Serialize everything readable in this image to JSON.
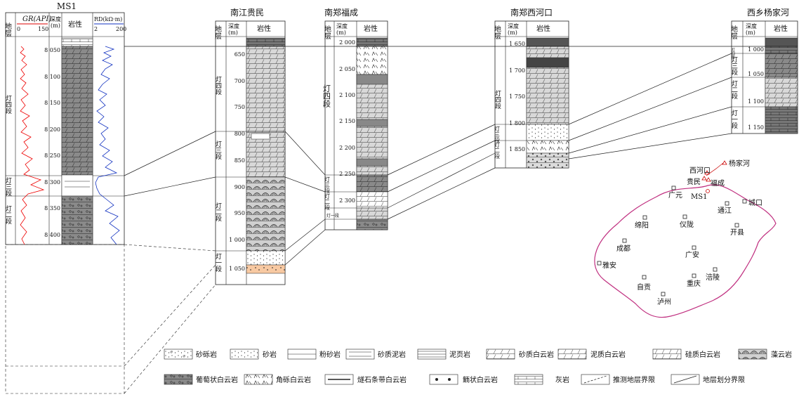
{
  "wells": {
    "ms1": {
      "title": "MS1",
      "hdr": {
        "strata": "地层",
        "gr": "GR(API)",
        "gr_min": "0",
        "gr_max": "150",
        "depth": "深度",
        "depth_unit": "(m)",
        "lith": "岩性",
        "rd": "RD(kΩ·m)",
        "rd_min": "2",
        "rd_max": "200"
      },
      "depths": [
        "8 050",
        "8 100",
        "8 150",
        "8 200",
        "8 250",
        "8 300",
        "8 350",
        "8 400"
      ],
      "strata": [
        "灯四段",
        "灯三段",
        "灯二段"
      ]
    },
    "nanjiang": {
      "title": "南江贵民",
      "hdr": {
        "strata": "地层",
        "depth": "深度",
        "depth_unit": "(m)",
        "lith": "岩性"
      },
      "depths": [
        "650",
        "700",
        "750",
        "800",
        "850",
        "900",
        "950",
        "1 000",
        "1 050"
      ],
      "strata": [
        "灯四段",
        "灯三段",
        "灯二段",
        "灯一段"
      ]
    },
    "fucheng": {
      "title": "南郑福成",
      "hdr": {
        "strata": "地层",
        "depth": "深度",
        "depth_unit": "(m)",
        "lith": "岩性"
      },
      "depths": [
        "2 000",
        "2 050",
        "2 100",
        "2 150",
        "2 200",
        "2 250",
        "2 300"
      ],
      "strata": [
        "灯四段",
        "灯三段",
        "灯二段",
        "灯一段"
      ]
    },
    "xihekou": {
      "title": "南郑西河口",
      "hdr": {
        "strata": "地层",
        "depth": "深度",
        "depth_unit": "(m)",
        "lith": "岩性"
      },
      "depths": [
        "1 650",
        "1 700",
        "1 750",
        "1 800",
        "1 850"
      ],
      "strata": [
        "灯四段",
        "灯三段",
        "灯二段"
      ]
    },
    "yangjiahe": {
      "title": "西乡杨家河",
      "hdr": {
        "strata": "地层",
        "depth": "深度",
        "depth_unit": "(m)",
        "lith": "岩性"
      },
      "depths": [
        "1 000",
        "1 050",
        "1 100",
        "1 150"
      ],
      "strata": [
        "灯四段",
        "灯三段",
        "灯二段",
        "灯一段"
      ]
    }
  },
  "map": {
    "cities": [
      "广元",
      "通江",
      "城口",
      "绵阳",
      "仪陇",
      "开县",
      "成都",
      "广安",
      "雅安",
      "重庆",
      "涪陵",
      "自贡",
      "泸州"
    ],
    "wells": [
      "西河口",
      "杨家河",
      "贵民",
      "福成",
      "MS1"
    ]
  },
  "legend": {
    "items": [
      "砂砾岩",
      "砂岩",
      "粉砂岩",
      "砂质泥岩",
      "泥页岩",
      "砂质白云岩",
      "泥质白云岩",
      "硅质白云岩",
      "藻云岩",
      "葡萄状白云岩",
      "角砾白云岩",
      "燧石条带白云岩",
      "鲕状白云岩",
      "灰岩",
      "推测地层界限",
      "地层划分界限"
    ]
  }
}
